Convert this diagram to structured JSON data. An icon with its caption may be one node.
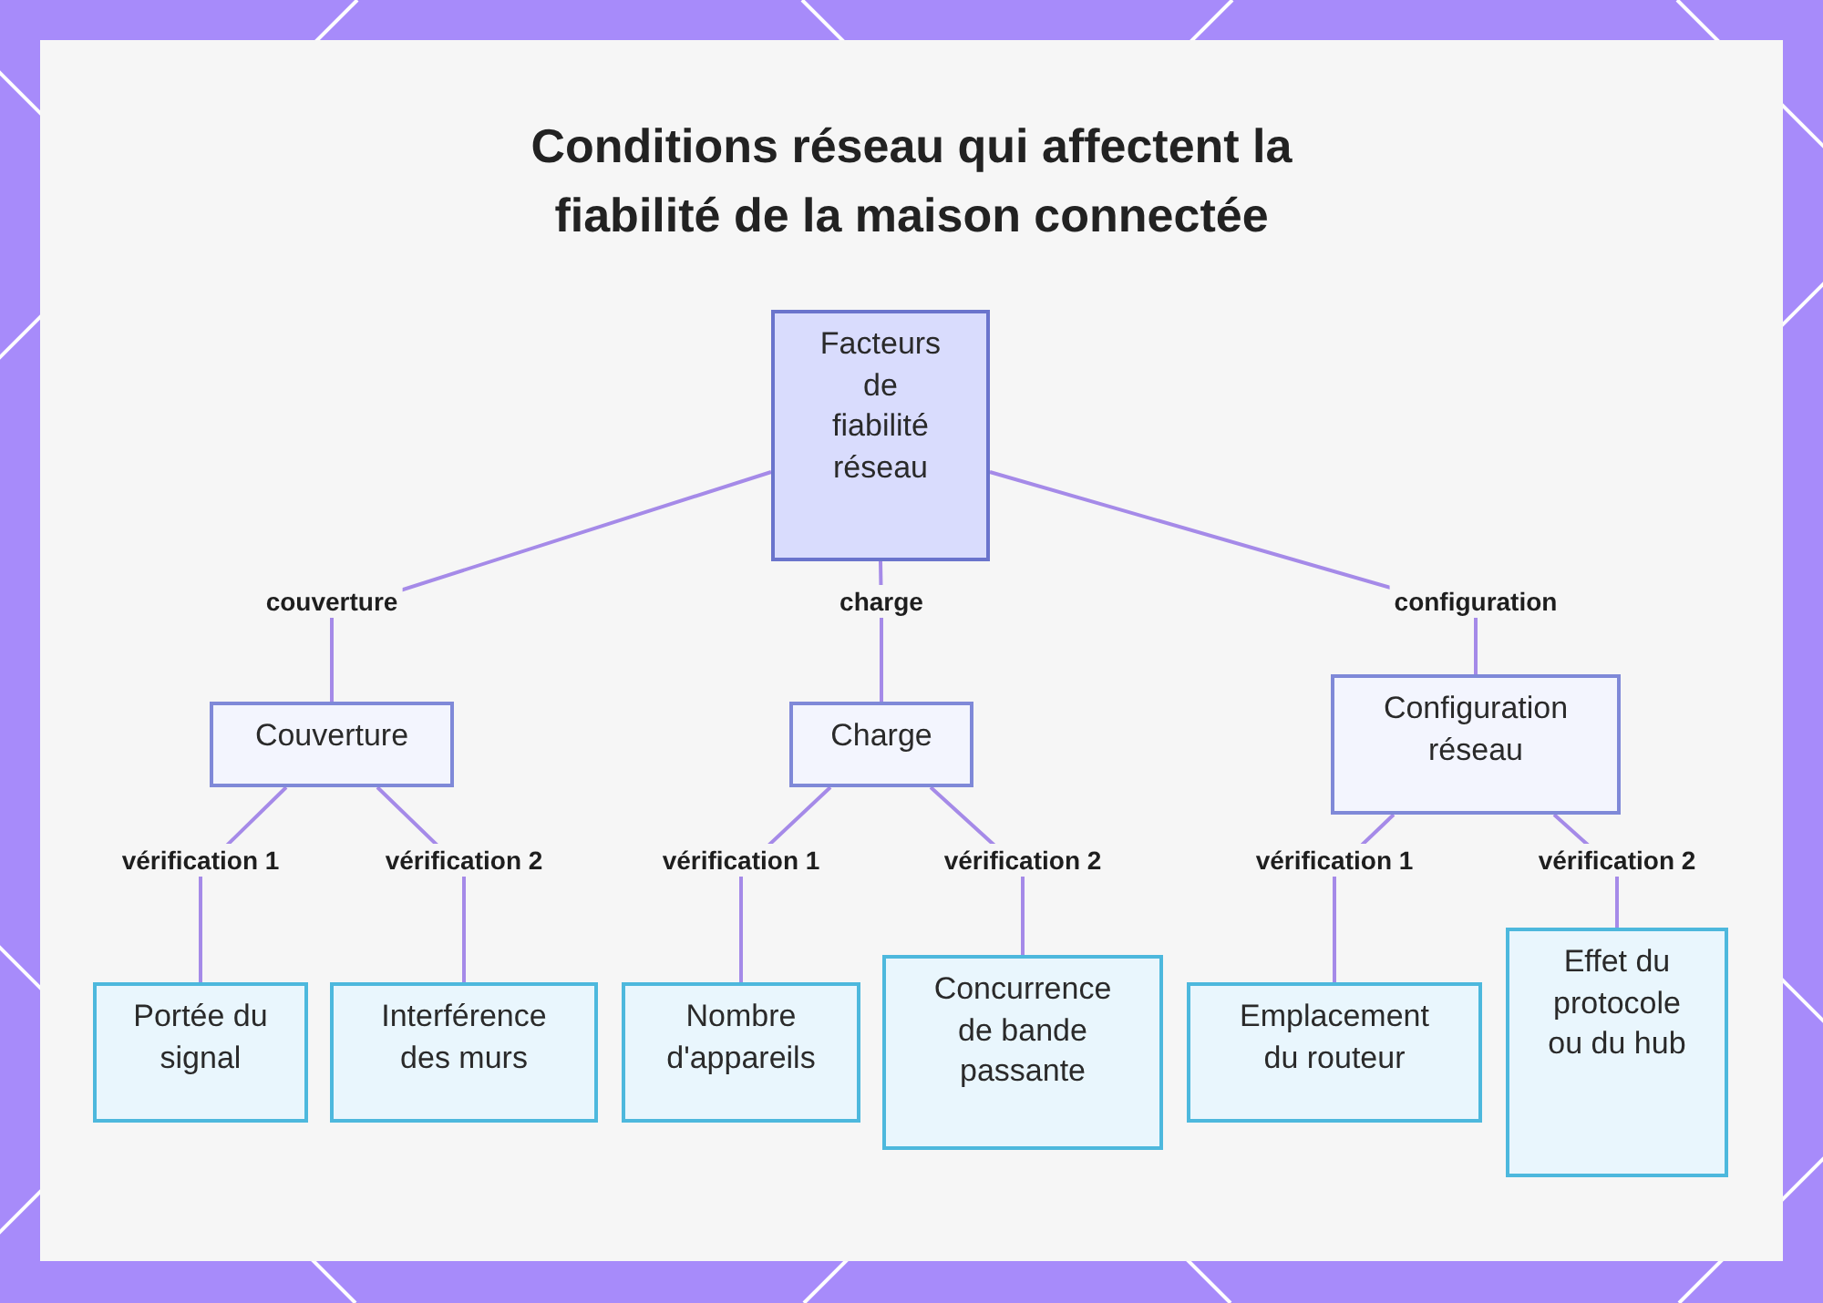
{
  "diagram": {
    "title": "Conditions réseau qui affectent la fiabilité de la maison connectée",
    "nodes": [
      {
        "text": [
          "Facteurs de fiabilité réseau"
        ]
      },
      {
        "text": [
          "Couverture"
        ]
      },
      {
        "text": [
          "Charge"
        ]
      },
      {
        "text": [
          "Configuration réseau"
        ]
      },
      {
        "text": [
          "Portée du signal"
        ]
      },
      {
        "text": [
          "Interférence des murs"
        ]
      },
      {
        "text": [
          "Nombre d'appareils"
        ]
      },
      {
        "text": [
          "Concurrence de bande passante"
        ]
      },
      {
        "text": [
          "Emplacement du routeur"
        ]
      },
      {
        "text": [
          "Effet du protocole ou du hub"
        ]
      }
    ],
    "edges": [
      {
        "from": 0,
        "to": 1,
        "arrow": "none",
        "label": "couverture"
      },
      {
        "from": 0,
        "to": 2,
        "arrow": "none",
        "label": "charge"
      },
      {
        "from": 0,
        "to": 3,
        "arrow": "none",
        "label": "configuration"
      },
      {
        "from": 1,
        "to": 4,
        "arrow": "none",
        "label": "vérification 1"
      },
      {
        "from": 1,
        "to": 5,
        "arrow": "none",
        "label": "vérification 2"
      },
      {
        "from": 2,
        "to": 6,
        "arrow": "none",
        "label": "vérification 1"
      },
      {
        "from": 2,
        "to": 7,
        "arrow": "none",
        "label": "vérification 2"
      },
      {
        "from": 3,
        "to": 8,
        "arrow": "none",
        "label": "vérification 1"
      },
      {
        "from": 3,
        "to": 9,
        "arrow": "none",
        "label": "vérification 2"
      }
    ]
  }
}
